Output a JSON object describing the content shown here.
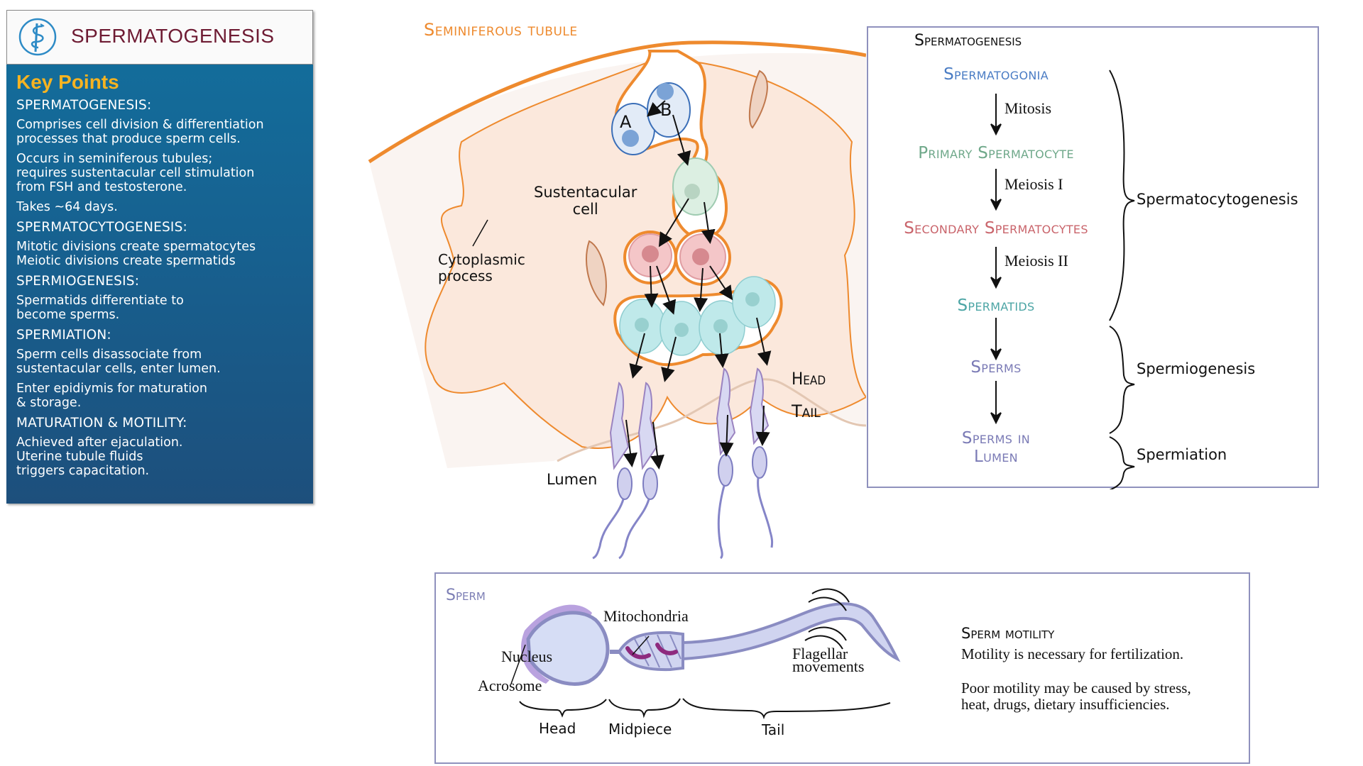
{
  "left_panel": {
    "title": "SPERMATOGENESIS",
    "logo_icon": "caduceus-icon",
    "key_points_title": "Key Points",
    "sections": [
      {
        "heading": "SPERMATOGENESIS:",
        "paragraphs": [
          "Comprises cell division & differentiation\nprocesses that produce sperm cells.",
          "Occurs in seminiferous tubules;\nrequires sustentacular cell stimulation\nfrom FSH and testosterone.",
          "Takes ~64 days."
        ]
      },
      {
        "heading": "SPERMATOCYTOGENESIS:",
        "paragraphs": [
          "Mitotic divisions create spermatocytes\nMeiotic divisions create spermatids"
        ]
      },
      {
        "heading": "SPERMIOGENESIS:",
        "paragraphs": [
          "Spermatids differentiate to\nbecome sperms."
        ]
      },
      {
        "heading": "SPERMIATION:",
        "paragraphs": [
          "Sperm cells disassociate from\nsustentacular cells, enter lumen.",
          "Enter epidiymis for maturation\n& storage."
        ]
      },
      {
        "heading": "MATURATION & MOTILITY:",
        "paragraphs": [
          "Achieved after ejaculation.\nUterine tubule fluids\ntriggers capacitation."
        ]
      }
    ]
  },
  "diagram": {
    "title": "Seminiferous tubule",
    "labels": {
      "sustentacular_cell": "Sustentacular\ncell",
      "cytoplasmic_process": "Cytoplasmic\nprocess",
      "cell_a": "A",
      "cell_b": "B",
      "head": "Head",
      "tail": "Tail",
      "lumen": "Lumen"
    },
    "colors": {
      "tubule_outline": "#ee8a2e",
      "cytoplasm_fill": "#fbe8dc",
      "spermatogonia": "#8fb3dd",
      "primary_spermatocyte": "#dcefe2",
      "secondary_spermatocyte": "#f4c6c8",
      "spermatid": "#bfe9ea",
      "sperm": "#8c8ccc"
    }
  },
  "flowchart": {
    "title": "Spermatogenesis",
    "stages": [
      {
        "label": "Spermatogonia",
        "color": "#4a7cc4"
      },
      {
        "label": "Primary Spermatocyte",
        "color": "#6fa88a"
      },
      {
        "label": "Secondary Spermatocytes",
        "color": "#c9646b"
      },
      {
        "label": "Spermatids",
        "color": "#4ca5a5"
      },
      {
        "label": "Sperms",
        "color": "#7a7ab5"
      },
      {
        "label": "Sperms in\nLumen",
        "color": "#7a7ab5"
      }
    ],
    "steps": [
      "Mitosis",
      "Meiosis I",
      "Meiosis II"
    ],
    "phases": [
      "Spermatocytogenesis",
      "Spermiogenesis",
      "Spermiation"
    ]
  },
  "sperm_panel": {
    "title": "Sperm",
    "labels": {
      "mitochondria": "Mitochondria",
      "nucleus": "Nucleus",
      "acrosome": "Acrosome",
      "flagellar": "Flagellar\nmovements"
    },
    "parts": [
      "Head",
      "Midpiece",
      "Tail"
    ],
    "motility": {
      "title": "Sperm motility",
      "line1": "Motility is necessary for fertilization.",
      "line2": "Poor motility may be caused by stress,\nheat, drugs, dietary insufficiencies."
    }
  }
}
